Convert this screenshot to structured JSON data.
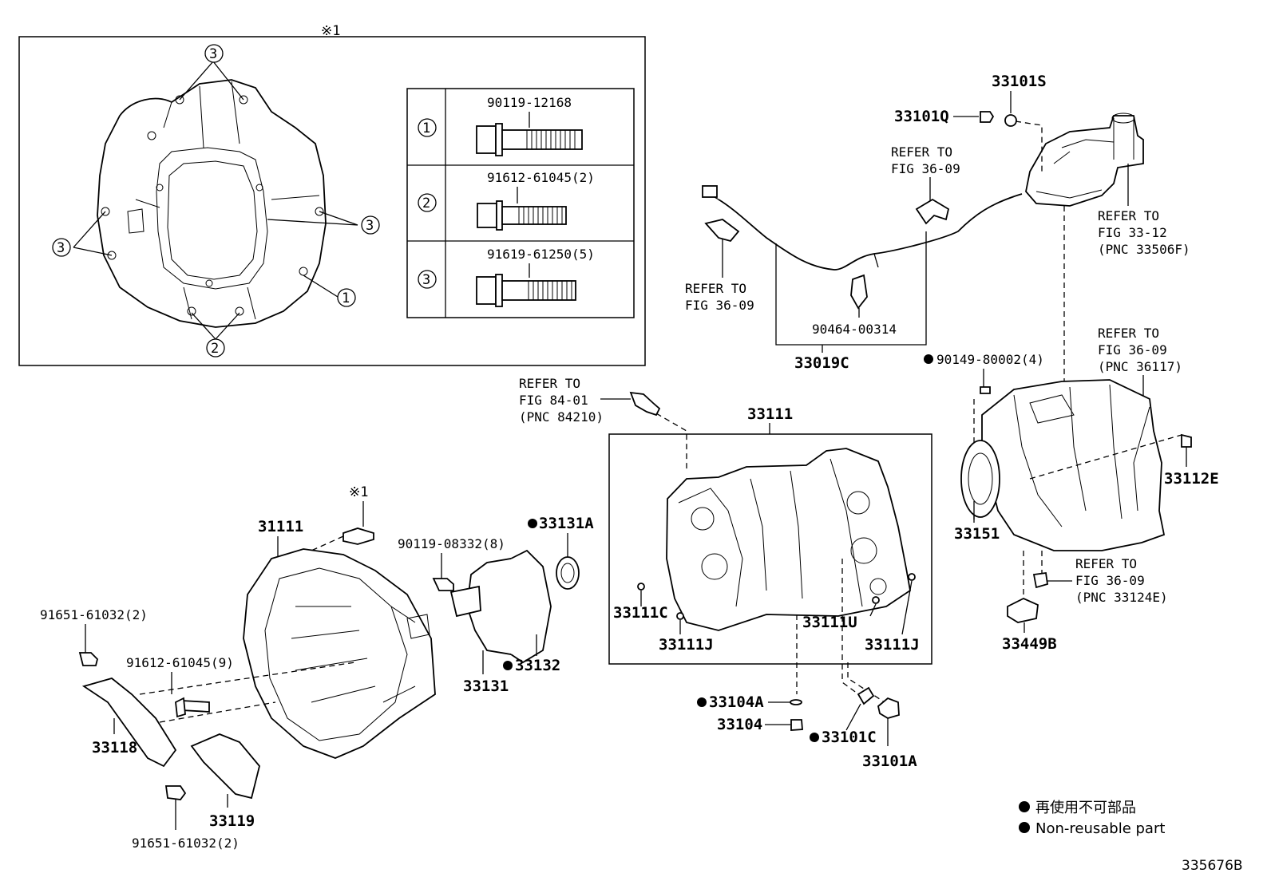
{
  "inset": {
    "mark": "※1",
    "callouts": [
      "1",
      "2",
      "3"
    ],
    "bolts": [
      {
        "no": "1",
        "part": "90119-12168"
      },
      {
        "no": "2",
        "part": "91612-61045(2)"
      },
      {
        "no": "3",
        "part": "91619-61250(5)"
      }
    ]
  },
  "labels": {
    "p33101S": "33101S",
    "p33101Q": "33101Q",
    "ref_36_09_a": [
      "REFER TO",
      "FIG 36-09"
    ],
    "ref_36_09_b": [
      "REFER TO",
      "FIG 36-09"
    ],
    "ref_33_12": [
      "REFER TO",
      "FIG 33-12",
      "(PNC 33506F)"
    ],
    "p90464": "90464-00314",
    "p33019C": "33019C",
    "p90149": "90149-80002(4)",
    "ref_36_09_c": [
      "REFER TO",
      "FIG 36-09",
      "(PNC 36117)"
    ],
    "ref_84_01": [
      "REFER TO",
      "FIG 84-01",
      "(PNC 84210)"
    ],
    "p33111": "33111",
    "p33112E": "33112E",
    "p33151": "33151",
    "ref_36_09_d": [
      "REFER TO",
      "FIG 36-09",
      "(PNC 33124E)"
    ],
    "p33449B": "33449B",
    "mark1": "※1",
    "p31111": "31111",
    "p90119_08332": "90119-08332(8)",
    "p33131A": "33131A",
    "p91651_a": "91651-61032(2)",
    "p91612_61045_9": "91612-61045(9)",
    "p33131": "33131",
    "p33132": "33132",
    "p33111C": "33111C",
    "p33111J_a": "33111J",
    "p33111U": "33111U",
    "p33111J_b": "33111J",
    "p33118": "33118",
    "p33119": "33119",
    "p91651_b": "91651-61032(2)",
    "p33104A": "33104A",
    "p33104": "33104",
    "p33101C": "33101C",
    "p33101A": "33101A"
  },
  "legend": {
    "jp": "再使用不可部品",
    "en": "Non-reusable part"
  },
  "figure_id": "335676B"
}
